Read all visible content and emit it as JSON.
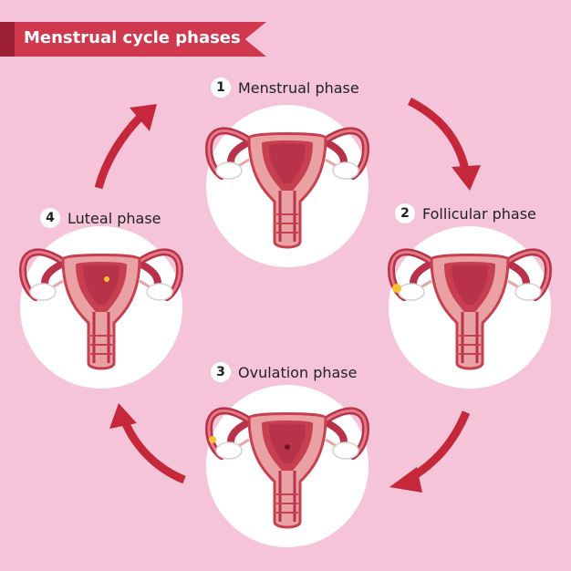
{
  "title": "Menstrual cycle phases",
  "phases": [
    {
      "number": "1",
      "label": "Menstrual phase"
    },
    {
      "number": "2",
      "label": "Follicular phase"
    },
    {
      "number": "3",
      "label": "Ovulation phase"
    },
    {
      "number": "4",
      "label": "Luteal phase"
    }
  ],
  "colors": {
    "background": "#f6c4d8",
    "banner": "#d0384e",
    "arrow": "#c4283a",
    "tube": "#c8404f",
    "uterus": "#e9a1a3",
    "lining": "#b8324a",
    "ovary": "#ffffff",
    "egg": "#f3c430"
  },
  "icons": [
    "uterus-icon",
    "curved-arrow-icon"
  ]
}
